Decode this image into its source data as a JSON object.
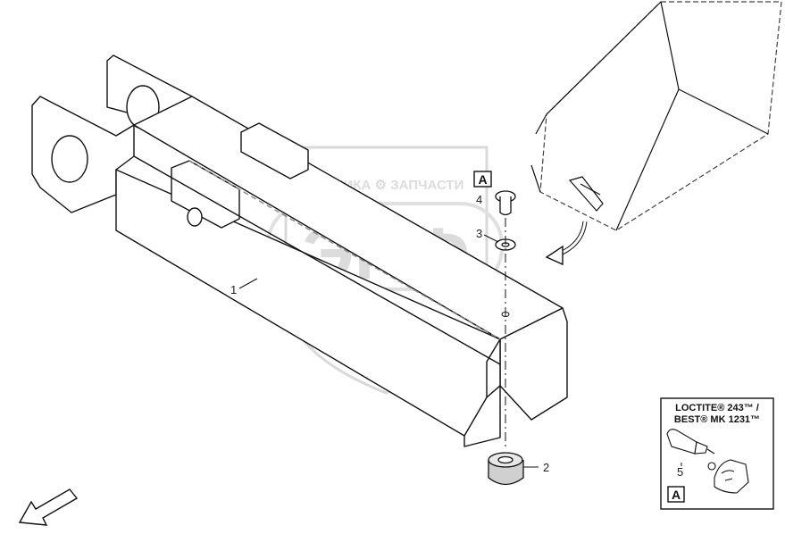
{
  "watermark": {
    "top_text": "ТЕХНИКА ⚙ ЗАПЧАСТИ",
    "big_text": "ЭПФ"
  },
  "callouts": {
    "part1": "1",
    "part2": "2",
    "part3": "3",
    "part4": "4",
    "part5": "5"
  },
  "detail_marker": "A",
  "note_box": {
    "line1": "LOCTITE® 243™ /",
    "line2": "BEST® MK 1231™",
    "marker": "A"
  }
}
